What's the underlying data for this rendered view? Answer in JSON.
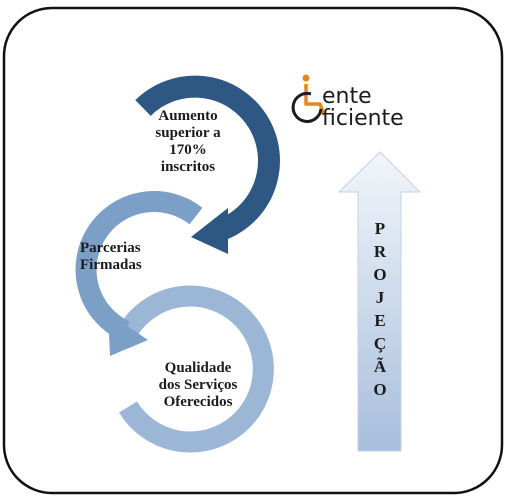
{
  "cycle_steps": [
    {
      "lines": [
        "Aumento",
        "superior a",
        "170%",
        "inscritos"
      ]
    },
    {
      "lines": [
        "Parcerias",
        "Firmadas"
      ]
    },
    {
      "lines": [
        "Qualidade",
        "dos Serviços",
        "Oferecidos"
      ]
    }
  ],
  "logo": {
    "word1": "ente",
    "word2": "ficiente"
  },
  "arrow_label": [
    "P",
    "R",
    "O",
    "J",
    "E",
    "Ç",
    "Ã",
    "O"
  ],
  "colors": {
    "ring_top": "#2e5783",
    "ring_mid": "#7b9fc7",
    "ring_low": "#9cb6d6",
    "arrow_light": "#eef3fa",
    "arrow_dark": "#aac1de",
    "logo_accent": "#e08a1e"
  }
}
